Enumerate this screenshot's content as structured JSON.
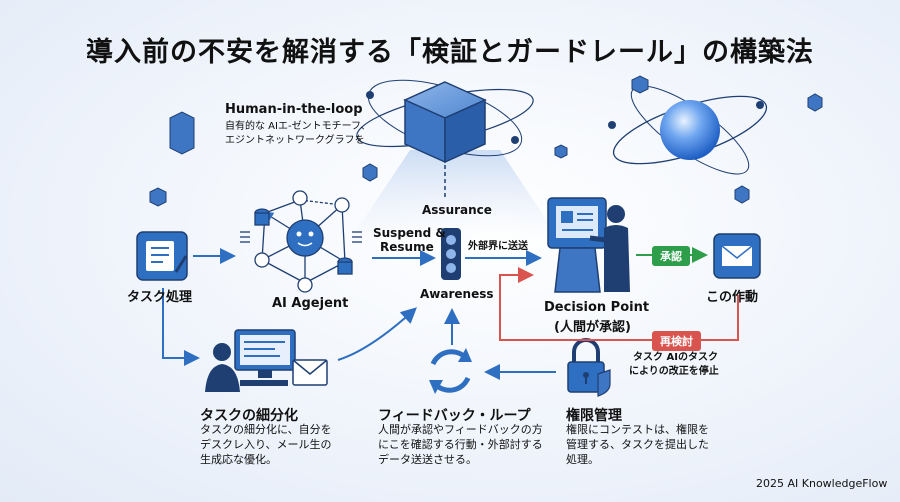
{
  "title": "導入前の不安を解消する「検証とガードレール」の構築法",
  "hitl": {
    "title": "Human-in-the-loop",
    "line1": "自有的な AIエ-ゼントモチーフ、",
    "line2": "エジントネットワークグラフを"
  },
  "nodes": {
    "task_process": "タスク処理",
    "ai_agent": "AI Agejent",
    "assurance": "Assurance",
    "suspend_resume_1": "Suspend &",
    "suspend_resume_2": "Resume",
    "external_send": "外部界に送送",
    "awareness": "Awareness",
    "decision_point": "Decision Point",
    "decision_point_sub": "(人間が承認)",
    "this_action": "この作動",
    "approve_badge": "承認",
    "review_badge": "再検討",
    "review_line1": "タスク AIのタスク",
    "review_line2": "によりの改正を停止"
  },
  "bottom": {
    "task_split_title": "タスクの細分化",
    "task_split_line1": "タスクの細分化に、自分を",
    "task_split_line2": "デスクレ入り、メール生の",
    "task_split_line3": "生成応な優化。",
    "feedback_title": "フィードバック・ループ",
    "feedback_line1": "人間が承認やフィードバックの方",
    "feedback_line2": "にこを確認する行動・外部討する",
    "feedback_line3": "データ送送させる。",
    "perm_title": "権限管理",
    "perm_line1": "権限にコンテストは、権限を",
    "perm_line2": "管理する、タスクを提出した",
    "perm_line3": "処理。"
  },
  "footer": "2025 AI KnowledgeFlow",
  "colors": {
    "primary": "#2f6fc1",
    "dark": "#1f3f73",
    "green": "#2e9e4a",
    "red": "#d9534f"
  },
  "icons": [
    "task-doc-icon",
    "agent-network-icon",
    "traffic-light-icon",
    "kiosk-operator-icon",
    "envelope-icon",
    "computer-user-icon",
    "mail-icon",
    "sync-icon",
    "lock-shield-icon",
    "cube-icon",
    "globe-orbit-icon"
  ]
}
